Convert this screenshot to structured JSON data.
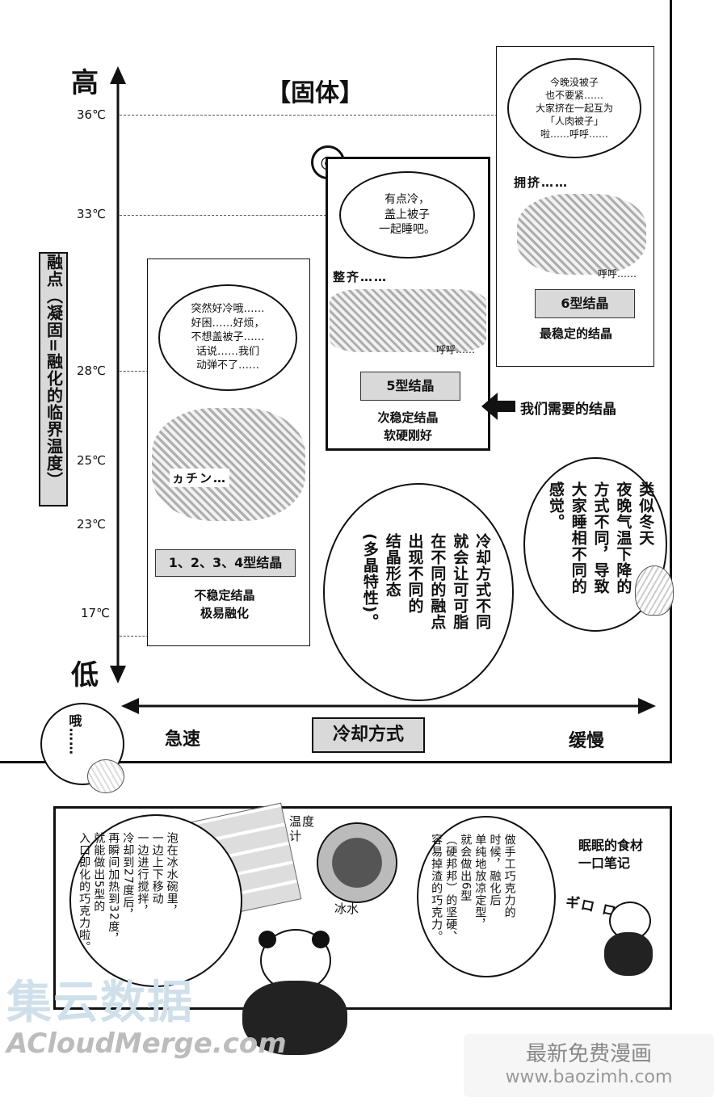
{
  "header": {
    "title": "【固体】"
  },
  "axis": {
    "high": "高",
    "low": "低",
    "y_label": "融点（凝固=融化的临界温度）",
    "x_label": "冷却方式",
    "x_left": "急速",
    "x_right": "缓慢",
    "ticks": [
      "36℃",
      "33℃",
      "28℃",
      "25℃",
      "23℃",
      "17℃"
    ]
  },
  "crystals": {
    "type1234": {
      "label": "1、2、3、4型结晶",
      "desc1": "不稳定结晶",
      "desc2": "极易融化",
      "bubble": "突然好冷哦……\n好困……好烦，\n不想盖被子……\n话说……我们\n动弹不了……",
      "sfx": "ヵチン…"
    },
    "type5": {
      "label": "5型结晶",
      "desc1": "次稳定结晶",
      "desc2": "软硬刚好",
      "bubble": "有点冷，\n盖上被子\n一起睡吧。",
      "sfx1": "整齐……",
      "sfx2": "呼呼……",
      "mark": "◎"
    },
    "type6": {
      "label": "6型结晶",
      "desc1": "最稳定的结晶",
      "bubble": "今晚没被子\n也不要紧……\n大家挤在一起互为\n「人肉被子」\n啦……呼呼……",
      "sfx1": "拥挤……",
      "sfx2": "呼呼……"
    }
  },
  "pointer": {
    "text": "我们需要的结晶"
  },
  "explain_bubble": [
    "冷却方式不同",
    "就会让可可脂",
    "在不同的融点",
    "出现不同的",
    "结晶形态",
    "(多晶特性)。"
  ],
  "note_bubble": [
    "类似冬天",
    "夜晚气温下降的",
    "方式不同，导致",
    "大家睡相不同的",
    "感觉。"
  ],
  "oh_bubble": "哦……",
  "bottom": {
    "thermo_label": "温度计",
    "icewater_label": "冰水",
    "note_title": "眠眠的食材\n一口笔记",
    "left_text": [
      "泡在冰水碗里，",
      "一边上下移动",
      "一边进行搅拌，",
      "冷却到27度后，",
      "再瞬间加热到32度，",
      "就能做出5型的",
      "入口即化的巧克力啦。"
    ],
    "right_text": [
      "做手工巧克力的",
      "时候，融化后",
      "单纯地放凉定型，",
      "就会做出6型",
      "（硬邦邦）的坚硬、",
      "容易掉渣的巧克力。"
    ],
    "sfx": "ギロ ロ…"
  },
  "watermarks": {
    "site1_cn": "集云数据",
    "site1_en": "ACloudMerge.com",
    "site2_cn": "最新免费漫画",
    "site2_url": "www.baozimh.com"
  }
}
